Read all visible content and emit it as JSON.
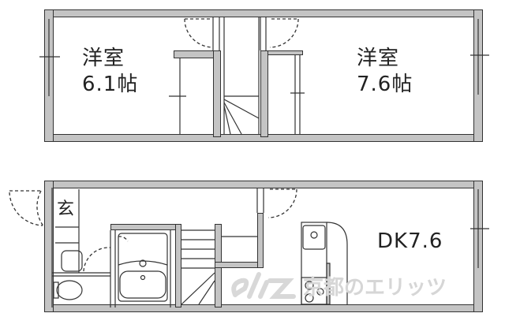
{
  "floor_plan": {
    "upper_floor": {
      "rooms": [
        {
          "type": "洋室",
          "size": "6.1帖"
        },
        {
          "type": "洋室",
          "size": "7.6帖"
        }
      ]
    },
    "lower_floor": {
      "rooms": [
        {
          "type": "DK",
          "size": "DK7.6"
        },
        {
          "type": "玄関",
          "label": "玄"
        }
      ],
      "fixtures": [
        "toilet",
        "bathtub",
        "washbasin",
        "washing-machine-space",
        "kitchen-sink",
        "stove",
        "staircase"
      ]
    },
    "colors": {
      "wall_fill": "#c4c4c4",
      "wall_line": "#333333",
      "watermark": "#d6d6d6"
    }
  },
  "watermark": {
    "logo": "eliz",
    "text": "京都のエリッツ"
  }
}
